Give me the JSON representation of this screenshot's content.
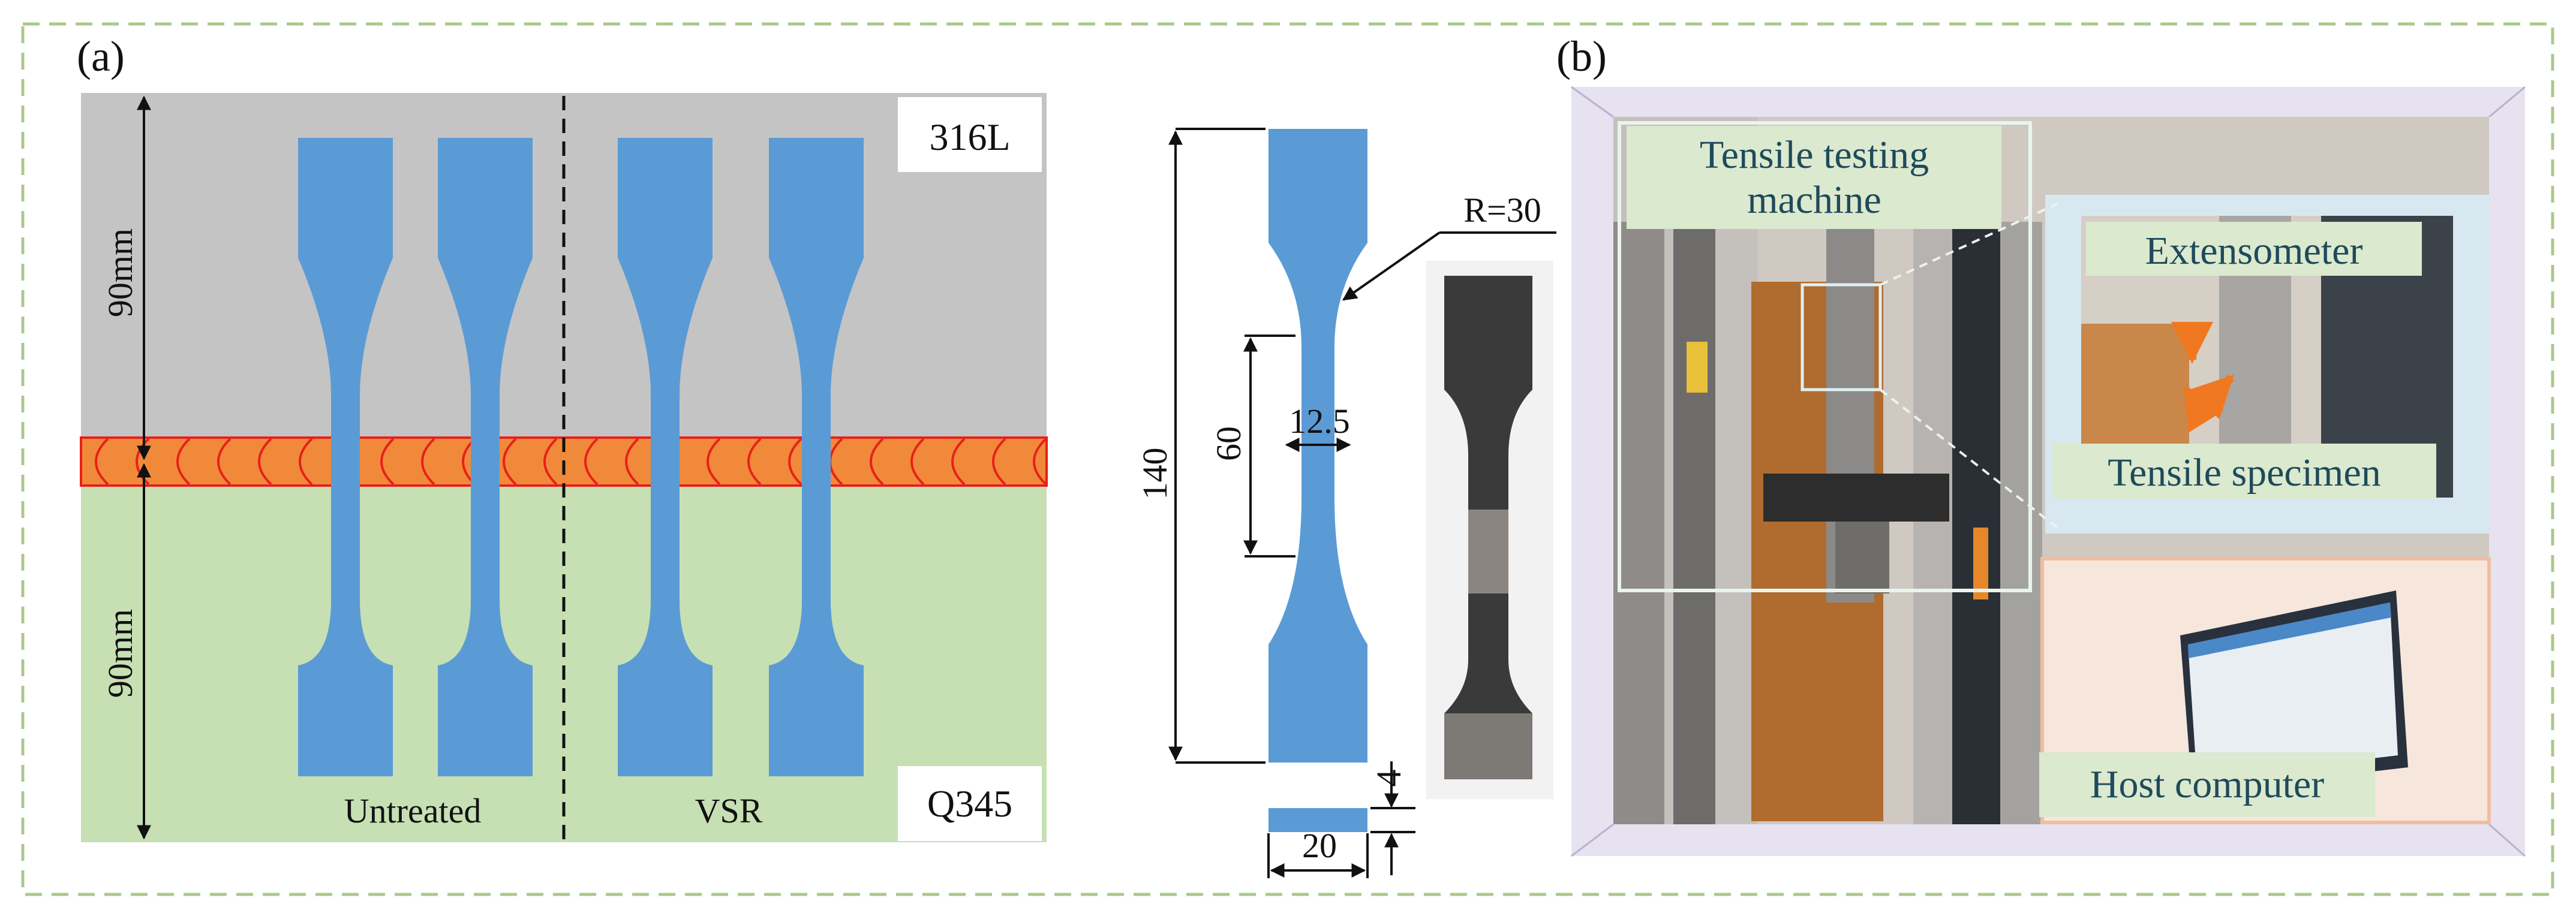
{
  "panels": {
    "a_label": "(a)",
    "b_label": "(b)"
  },
  "plate": {
    "top_material": "316L",
    "bottom_material": "Q345",
    "top_height_label": "90mm",
    "bottom_height_label": "90mm",
    "left_group_label": "Untreated",
    "right_group_label": "VSR"
  },
  "specimen_drawing": {
    "total_length": "140",
    "gauge_length": "60",
    "gauge_width": "12.5",
    "radius": "R=30",
    "thickness": "4",
    "grip_width": "20"
  },
  "photo_callouts": {
    "machine": [
      "Tensile testing",
      "machine"
    ],
    "extensometer": "Extensometer",
    "specimen": "Tensile specimen",
    "computer": "Host computer"
  },
  "colors": {
    "steel_316L": "#c4c4c4",
    "steel_Q345": "#c6e0b4",
    "weld": "#f08a3a",
    "weld_line": "#e8201a",
    "specimen_blue": "#5b9bd5",
    "frame_dash": "#a9c98a",
    "callout_bg": "#dbe9cf"
  }
}
